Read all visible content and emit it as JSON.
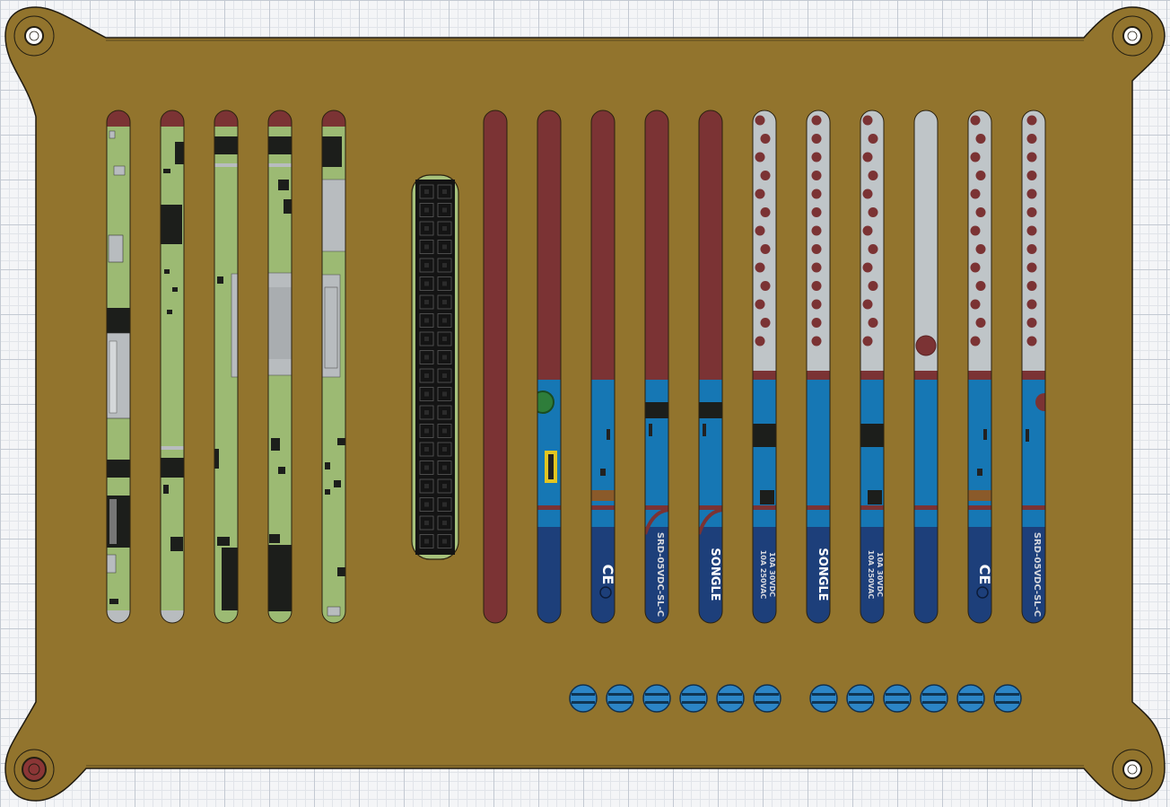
{
  "app": {
    "title": ""
  },
  "colors": {
    "plate": "#92742d",
    "plate_edge": "#1f1a10",
    "hole_fill": "#ffffff",
    "hole_ring": "#231e12",
    "hole_accent": "#8b3636",
    "pcb_green": "#9cba73",
    "chip_black": "#1c1e1b",
    "metal_grey": "#b8bcbf",
    "header_black": "#141414",
    "header_frame": "#a7c27c",
    "maroon": "#7b3334",
    "relay_blue": "#1677b4",
    "relay_dark": "#1d3f7a",
    "relay_grey": "#bfc5c8",
    "terminal_blue": "#2c85c6"
  },
  "board": {
    "relay_labels": {
      "brand": "SONGLE",
      "model": "SRD-05VDC-SL-C",
      "rating_a": "10A 250VAC",
      "rating_b": "10A 30VDC",
      "ce_mark": "CE"
    }
  },
  "terminals": {
    "left_count": 6,
    "right_count": 6
  }
}
